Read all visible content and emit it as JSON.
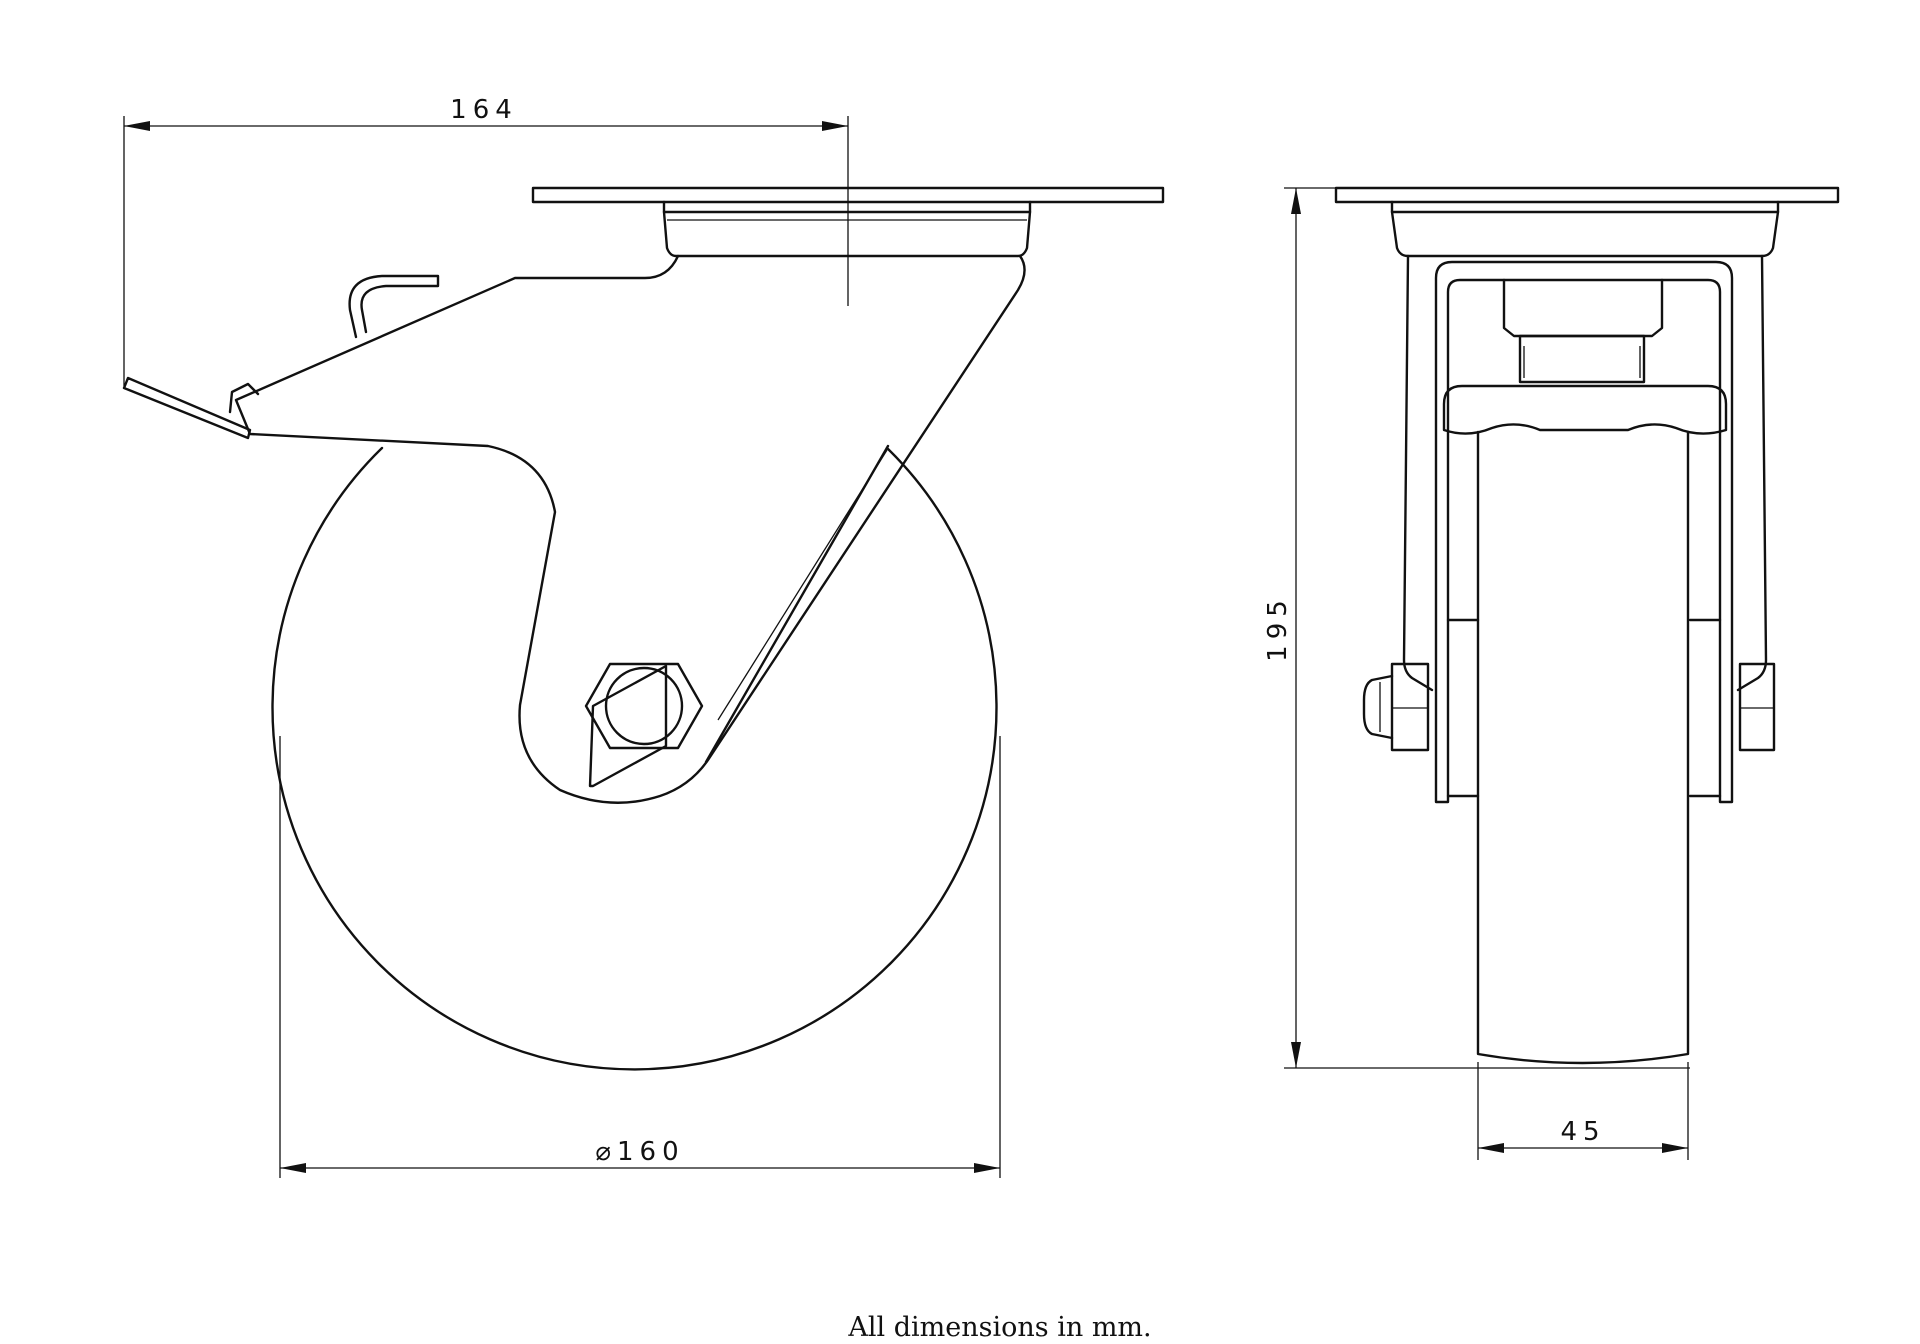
{
  "dimensions": {
    "overall_width": "164",
    "wheel_diameter": "⌀160",
    "overall_height": "195",
    "wheel_width": "45"
  },
  "footnote": "All dimensions in mm."
}
